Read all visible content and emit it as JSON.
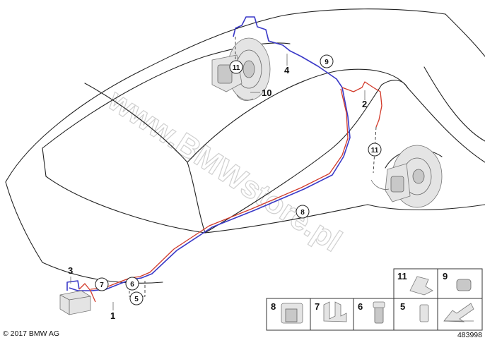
{
  "copyright": "© 2017 BMW AG",
  "image_number": "483998",
  "watermark": "www.BMWstore.pl",
  "callouts": [
    {
      "id": "1",
      "label": "1"
    },
    {
      "id": "2",
      "label": "2"
    },
    {
      "id": "3",
      "label": "3"
    },
    {
      "id": "4",
      "label": "4"
    },
    {
      "id": "10",
      "label": "10"
    }
  ],
  "circled_callouts": [
    {
      "id": "5",
      "label": "5"
    },
    {
      "id": "6",
      "label": "6"
    },
    {
      "id": "7",
      "label": "7"
    },
    {
      "id": "8",
      "label": "8"
    },
    {
      "id": "9",
      "label": "9"
    },
    {
      "id": "11a",
      "label": "11"
    },
    {
      "id": "11b",
      "label": "11"
    }
  ],
  "parts_legend": [
    {
      "id": "11",
      "label": "11"
    },
    {
      "id": "9",
      "label": "9"
    },
    {
      "id": "8",
      "label": "8"
    },
    {
      "id": "7",
      "label": "7"
    },
    {
      "id": "6",
      "label": "6"
    },
    {
      "id": "5",
      "label": "5"
    }
  ],
  "colors": {
    "brake_line_blue": "#3a39c8",
    "brake_line_red": "#d23a2a"
  }
}
